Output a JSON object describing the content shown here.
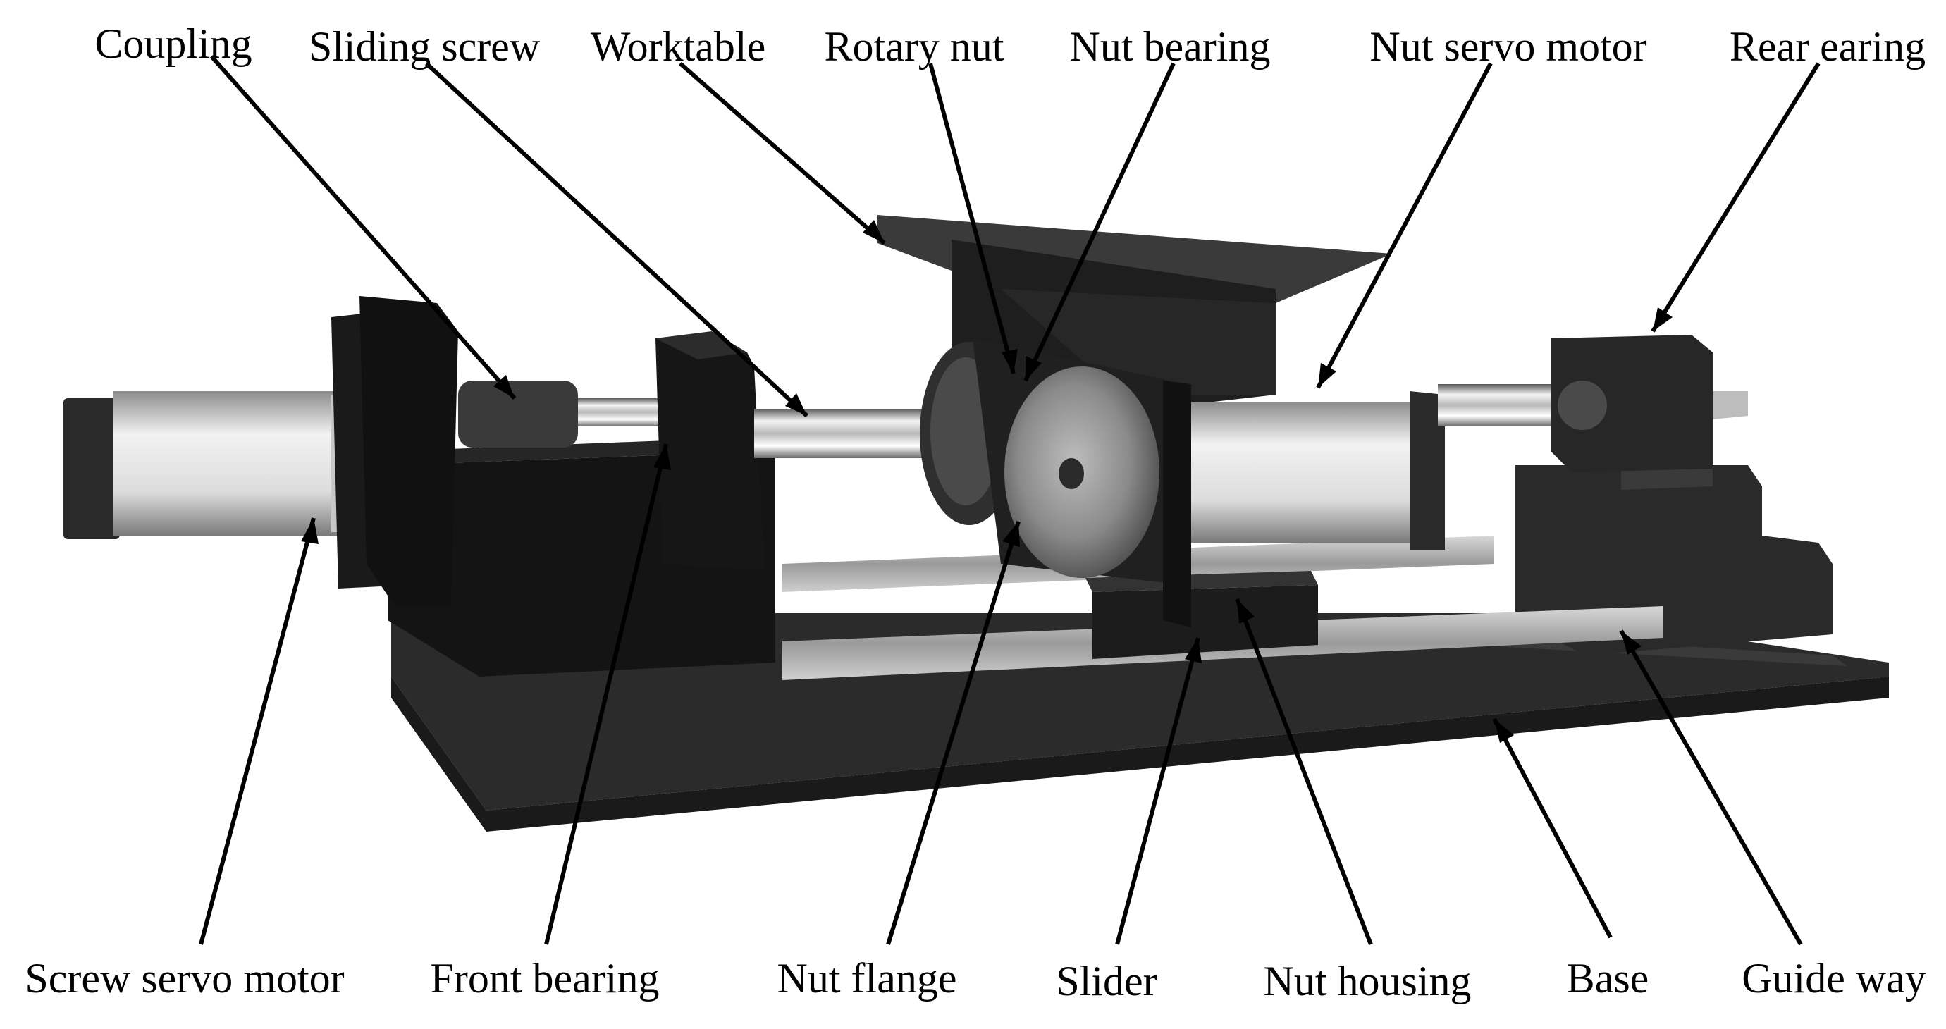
{
  "labels": {
    "coupling": "Coupling",
    "sliding_screw": "Sliding screw",
    "worktable": "Worktable",
    "rotary_nut": "Rotary nut",
    "nut_bearing": "Nut bearing",
    "nut_servo_motor": "Nut servo motor",
    "rear_earing": "Rear earing",
    "screw_servo_motor": "Screw servo motor",
    "front_bearing": "Front bearing",
    "nut_flange": "Nut flange",
    "slider": "Slider",
    "nut_housing": "Nut housing",
    "base": "Base",
    "guide_way": "Guide way"
  },
  "colors": {
    "background": "#ffffff",
    "text": "#000000",
    "machine_dark": "#2a2a2a",
    "machine_black": "#151515",
    "metal_light": "#e4e4e4",
    "metal_mid": "#a9a9a9"
  }
}
